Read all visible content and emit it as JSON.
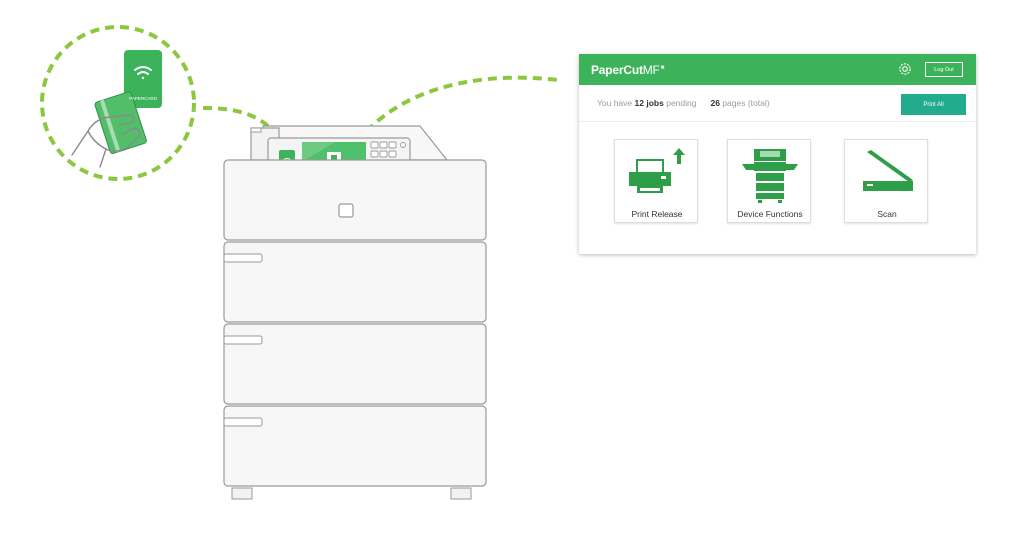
{
  "card": {
    "text": "PAPERCARD"
  },
  "panel": {
    "brand": "PaperCut",
    "brand_suffix": "MF",
    "logout_label": "Log Out",
    "status": {
      "prefix": "You have",
      "jobs_count": "12",
      "jobs_word": "jobs",
      "jobs_suffix": "pending",
      "pages_count": "26",
      "pages_suffix": "pages (total)"
    },
    "print_all_label": "Print All",
    "tiles": [
      {
        "label": "Print Release",
        "icon": "printer-upload-icon"
      },
      {
        "label": "Device Functions",
        "icon": "copier-icon"
      },
      {
        "label": "Scan",
        "icon": "scanner-icon"
      }
    ]
  },
  "colors": {
    "brand_green": "#3cb35a",
    "teal_button": "#23ab8e",
    "dash_green": "#8dc63f",
    "icon_green": "#2e9e48"
  }
}
